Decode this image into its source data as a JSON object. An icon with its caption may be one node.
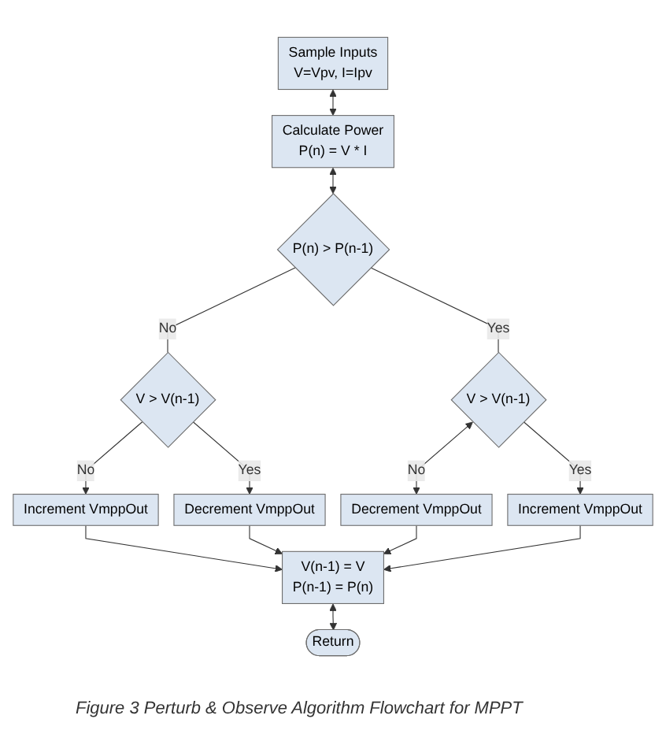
{
  "diagram": {
    "caption": "Figure 3 Perturb & Observe Algorithm Flowchart for MPPT",
    "nodes": [
      {
        "text": [
          "Sample Inputs",
          "V=Vpv, I=Ipv"
        ]
      },
      {
        "text": [
          "Calculate Power",
          "P(n) = V * I"
        ]
      },
      {
        "text": [
          "P(n) > P(n-1)"
        ]
      },
      {
        "text": [
          "V > V(n-1)"
        ]
      },
      {
        "text": [
          "V > V(n-1)"
        ]
      },
      {
        "text": [
          "Increment VmppOut"
        ]
      },
      {
        "text": [
          "Decrement VmppOut"
        ]
      },
      {
        "text": [
          "Decrement VmppOut"
        ]
      },
      {
        "text": [
          "Increment VmppOut"
        ]
      },
      {
        "text": [
          "V(n-1) = V",
          "P(n-1) = P(n)"
        ]
      },
      {
        "text": [
          "Return"
        ]
      }
    ],
    "edges": [
      {
        "from": 0,
        "to": 1,
        "arrow": "both"
      },
      {
        "from": 1,
        "to": 2,
        "arrow": "both"
      },
      {
        "from": 2,
        "to": 3,
        "label": "No",
        "arrow": "none"
      },
      {
        "from": 2,
        "to": 4,
        "label": "Yes",
        "arrow": "none"
      },
      {
        "from": 3,
        "to": 5,
        "label": "No",
        "arrow": "to"
      },
      {
        "from": 3,
        "to": 6,
        "label": "Yes",
        "arrow": "to"
      },
      {
        "from": 4,
        "to": 7,
        "label": "No",
        "arrow": "both"
      },
      {
        "from": 4,
        "to": 8,
        "label": "Yes",
        "arrow": "to"
      },
      {
        "from": 5,
        "to": 9,
        "arrow": "to"
      },
      {
        "from": 6,
        "to": 9,
        "arrow": "to"
      },
      {
        "from": 7,
        "to": 9,
        "arrow": "to"
      },
      {
        "from": 8,
        "to": 9,
        "arrow": "to"
      },
      {
        "from": 9,
        "to": 10,
        "arrow": "both"
      }
    ]
  }
}
